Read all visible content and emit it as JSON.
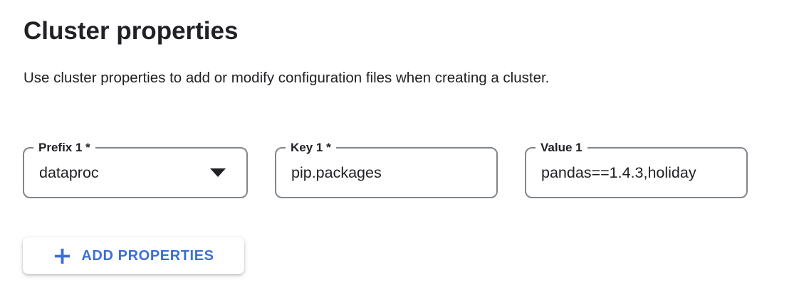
{
  "page": {
    "title": "Cluster properties",
    "description": "Use cluster properties to add or modify configuration files when creating a cluster."
  },
  "colors": {
    "accent_blue": "#3B6FD8",
    "text_primary": "#202124",
    "field_border": "#80868B",
    "background": "#FFFFFF"
  },
  "properties_form": {
    "rows": [
      {
        "prefix": {
          "label": "Prefix 1 *",
          "value": "dataproc",
          "control": "dropdown",
          "icon": "dropdown-arrow-icon"
        },
        "key": {
          "label": "Key 1 *",
          "value": "pip.packages",
          "control": "text-input"
        },
        "value": {
          "label": "Value 1",
          "value": "pandas==1.4.3,holiday",
          "control": "text-input",
          "note": "text clipped at right edge of field"
        }
      }
    ],
    "add_button": {
      "label": "ADD PROPERTIES",
      "icon": "plus-icon"
    }
  }
}
